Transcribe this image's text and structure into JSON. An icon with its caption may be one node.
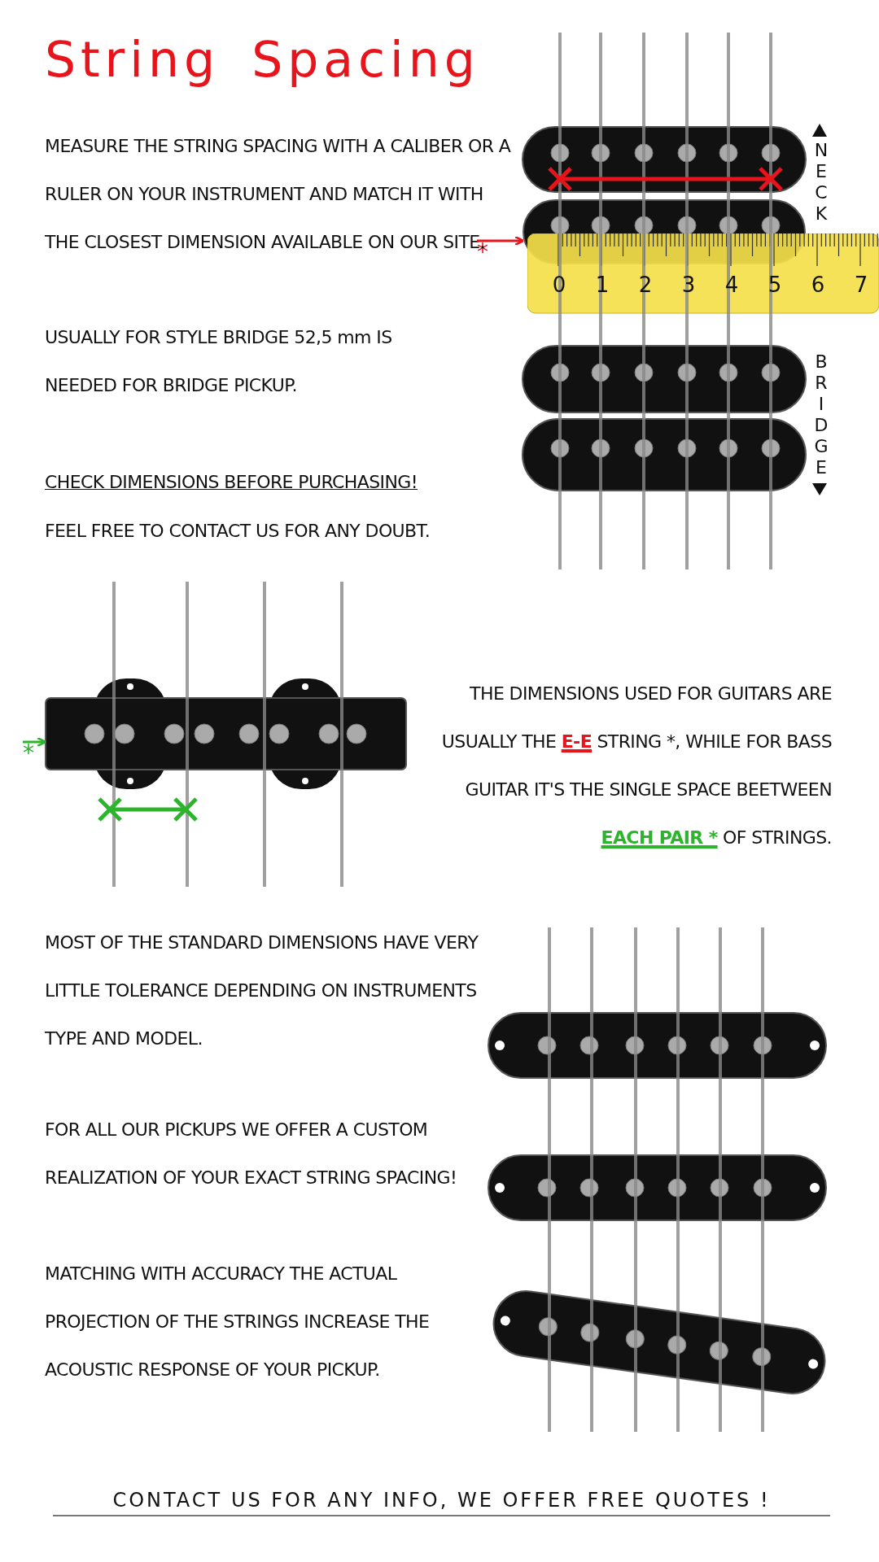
{
  "diagram": {
    "title": "String Spacing",
    "nodes": [
      {
        "text": [
          "*"
        ]
      },
      {
        "text": [],
        "shape": "picture"
      },
      {
        "text": [
          "*"
        ]
      },
      {
        "text": [],
        "shape": "picture"
      }
    ],
    "edges": [
      {
        "from": 0,
        "to": 1,
        "arrow": "to",
        "color": "#e8141b"
      },
      {
        "from": 2,
        "to": 3,
        "arrow": "to",
        "color": "#2cb52c"
      }
    ],
    "labels": [
      "MEASURE THE STRING SPACING WITH A CALIBER OR A RULER ON YOUR INSTRUMENT AND MATCH IT WITH THE CLOSEST DIMENSION AVAILABLE ON OUR SITE.",
      "USUALLY FOR STYLE BRIDGE 52,5 mm IS NEEDED FOR BRIDGE PICKUP.",
      "CHECK DIMENSIONS BEFORE PURCHASING!",
      "FEEL FREE TO CONTACT US FOR ANY DOUBT.",
      "NECK",
      "0",
      "1",
      "2",
      "3",
      "4",
      "5",
      "6",
      "7",
      "BRIDGE",
      "THE DIMENSIONS USED FOR GUITARS ARE USUALLY THE **E-E** STRING *, WHILE FOR BASS GUITAR IT'S THE SINGLE SPACE BEETWEEN **EACH PAIR *** OF STRINGS.",
      "MOST OF THE STANDARD DIMENSIONS HAVE VERY LITTLE TOLERANCE DEPENDING ON INSTRUMENTS TYPE AND MODEL.",
      "FOR ALL OUR PICKUPS WE OFFER A CUSTOM REALIZATION OF YOUR EXACT STRING SPACING!",
      "MATCHING WITH ACCURACY THE ACTUAL PROJECTION OF THE STRINGS INCREASE THE ACOUSTIC RESPONSE OF YOUR PICKUP.",
      "CONTACT US FOR ANY INFO, WE OFFER FREE QUOTES !"
    ]
  }
}
